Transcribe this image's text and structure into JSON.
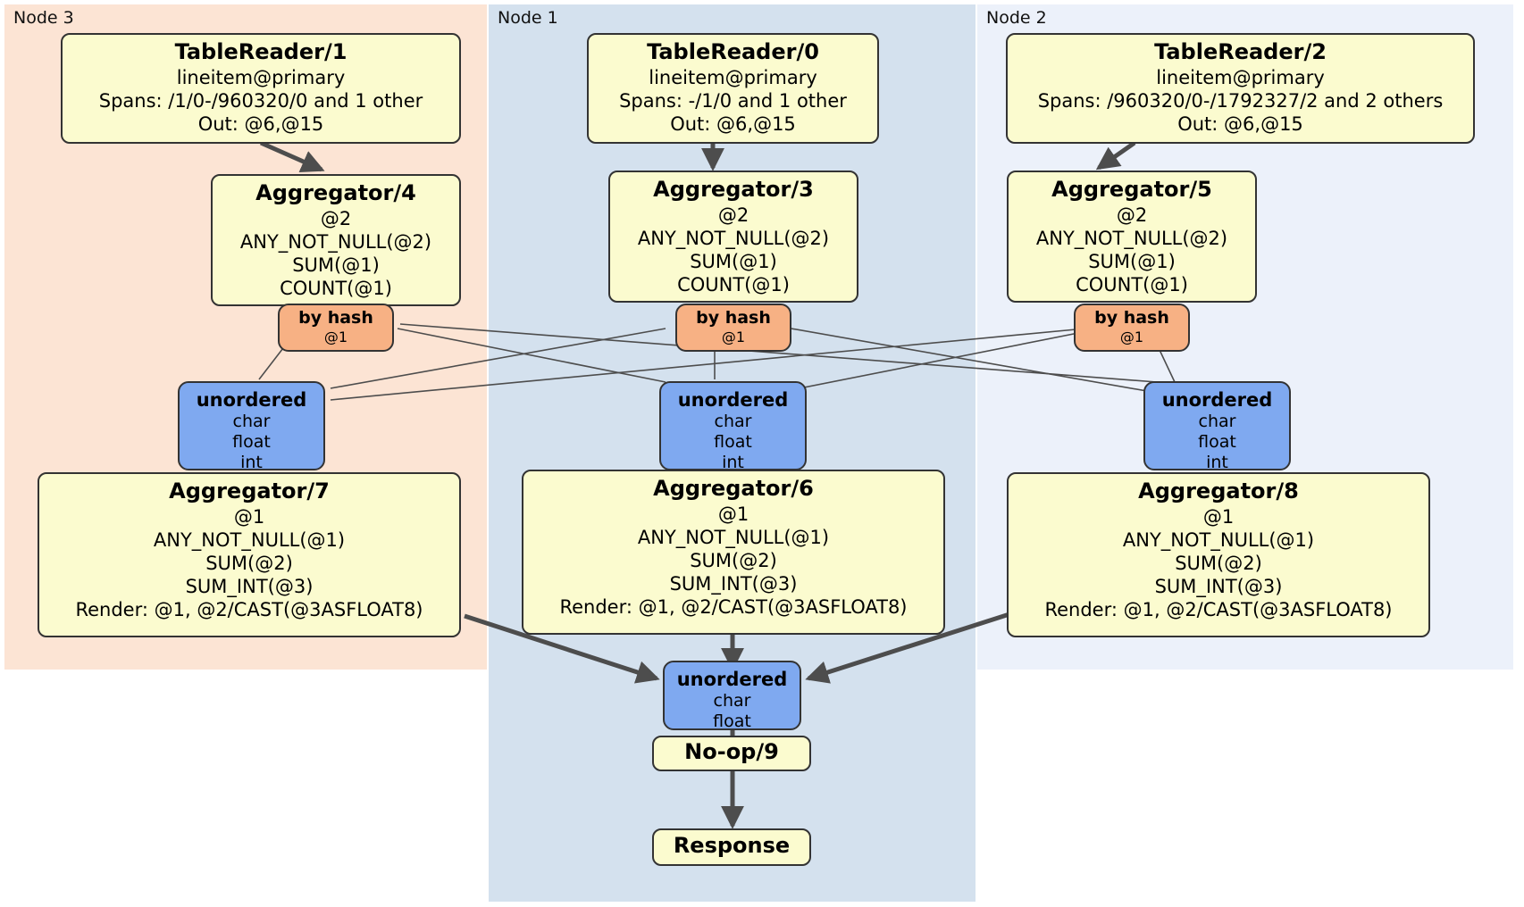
{
  "diagram": {
    "title": "Distributed SQL query plan",
    "background": "#ffffff"
  },
  "regions": [
    {
      "id": "node3",
      "label": "Node 3",
      "color": "#fce4d4"
    },
    {
      "id": "node1",
      "label": "Node 1",
      "color": "#d4e1ee"
    },
    {
      "id": "node2",
      "label": "Node 2",
      "color": "#ecf1fa"
    }
  ],
  "colors": {
    "processor_fill": "#fbfbcf",
    "router_fill": "#f7b184",
    "sync_fill": "#7fa9f0",
    "stroke": "#333333",
    "edge": "#4d4d4d"
  },
  "processors": {
    "tablereader_1": {
      "title": "TableReader/1",
      "lines": [
        "lineitem@primary",
        "Spans: /1/0-/960320/0 and 1 other",
        "Out: @6,@15"
      ]
    },
    "tablereader_0": {
      "title": "TableReader/0",
      "lines": [
        "lineitem@primary",
        "Spans: -/1/0 and 1 other",
        "Out: @6,@15"
      ]
    },
    "tablereader_2": {
      "title": "TableReader/2",
      "lines": [
        "lineitem@primary",
        "Spans: /960320/0-/1792327/2 and 2 others",
        "Out: @6,@15"
      ]
    },
    "aggregator_4": {
      "title": "Aggregator/4",
      "lines": [
        "@2",
        "ANY_NOT_NULL(@2)",
        "SUM(@1)",
        "COUNT(@1)"
      ]
    },
    "aggregator_3": {
      "title": "Aggregator/3",
      "lines": [
        "@2",
        "ANY_NOT_NULL(@2)",
        "SUM(@1)",
        "COUNT(@1)"
      ]
    },
    "aggregator_5": {
      "title": "Aggregator/5",
      "lines": [
        "@2",
        "ANY_NOT_NULL(@2)",
        "SUM(@1)",
        "COUNT(@1)"
      ]
    },
    "aggregator_7": {
      "title": "Aggregator/7",
      "lines": [
        "@1",
        "ANY_NOT_NULL(@1)",
        "SUM(@2)",
        "SUM_INT(@3)",
        "Render: @1, @2/CAST(@3ASFLOAT8)"
      ]
    },
    "aggregator_6": {
      "title": "Aggregator/6",
      "lines": [
        "@1",
        "ANY_NOT_NULL(@1)",
        "SUM(@2)",
        "SUM_INT(@3)",
        "Render: @1, @2/CAST(@3ASFLOAT8)"
      ]
    },
    "aggregator_8": {
      "title": "Aggregator/8",
      "lines": [
        "@1",
        "ANY_NOT_NULL(@1)",
        "SUM(@2)",
        "SUM_INT(@3)",
        "Render: @1, @2/CAST(@3ASFLOAT8)"
      ]
    },
    "noop_9": {
      "title": "No-op/9",
      "lines": []
    },
    "response": {
      "title": "Response",
      "lines": []
    }
  },
  "routers": {
    "by_hash_left": {
      "title": "by hash",
      "lines": [
        "@1"
      ]
    },
    "by_hash_center": {
      "title": "by hash",
      "lines": [
        "@1"
      ]
    },
    "by_hash_right": {
      "title": "by hash",
      "lines": [
        "@1"
      ]
    }
  },
  "synchronizers": {
    "unordered_left": {
      "title": "unordered",
      "lines": [
        "char",
        "float",
        "int"
      ]
    },
    "unordered_center": {
      "title": "unordered",
      "lines": [
        "char",
        "float",
        "int"
      ]
    },
    "unordered_right": {
      "title": "unordered",
      "lines": [
        "char",
        "float",
        "int"
      ]
    },
    "unordered_final": {
      "title": "unordered",
      "lines": [
        "char",
        "float"
      ]
    }
  }
}
